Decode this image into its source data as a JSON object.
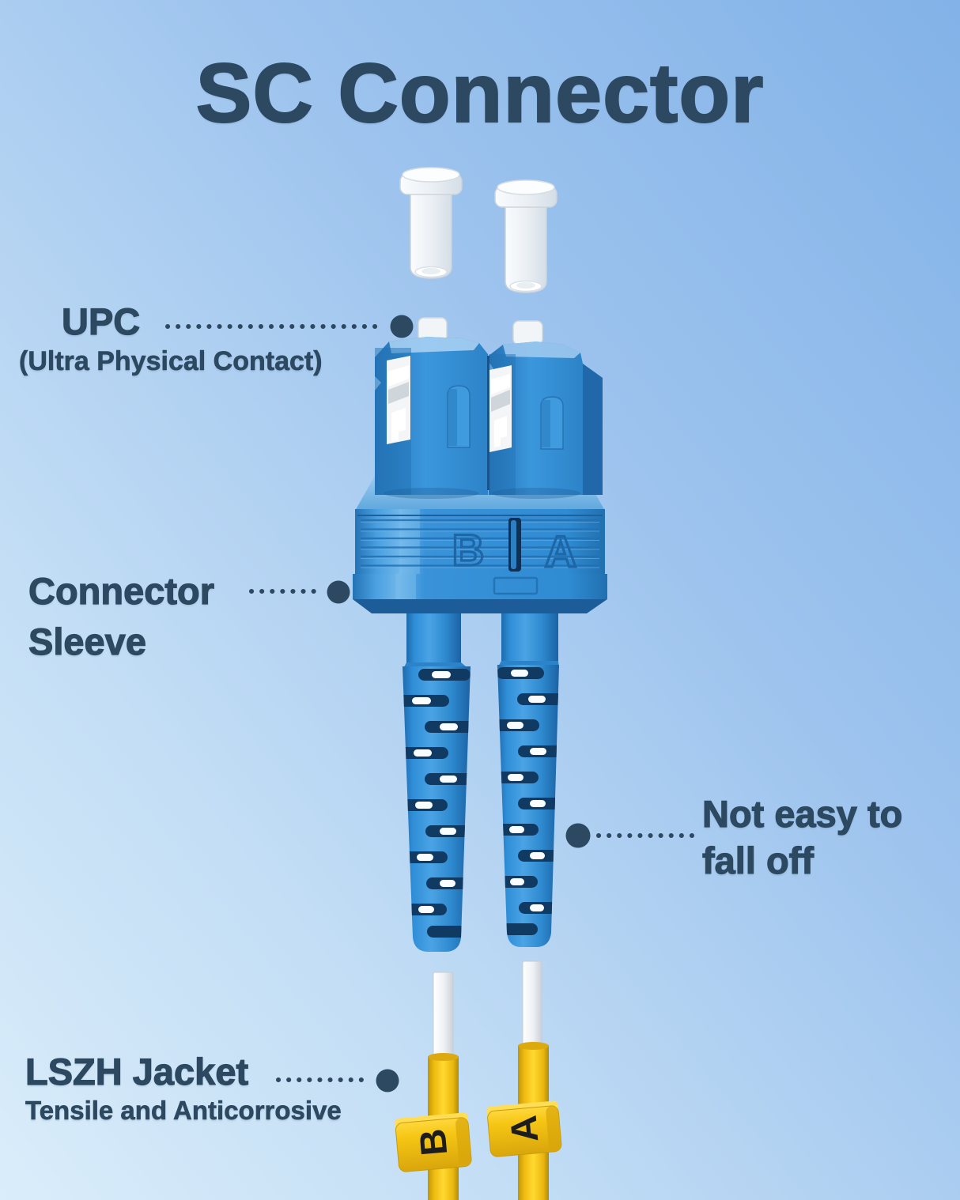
{
  "title": "SC Connector",
  "callouts": {
    "upc": {
      "label": "UPC",
      "sublabel": "(Ultra Physical Contact)"
    },
    "connector_sleeve": {
      "line1": "Connector",
      "line2": "Sleeve"
    },
    "not_easy_to_fall_off": {
      "line1": "Not easy to",
      "line2": "fall off"
    },
    "lszh_jacket": {
      "label": "LSZH Jacket",
      "sublabel": "Tensile and Anticorrosive"
    }
  },
  "connector": {
    "sleeve_letters": {
      "left": "B",
      "right": "A"
    },
    "cable_tag_letters": {
      "left": "B",
      "right": "A"
    }
  },
  "colors": {
    "background_top": "#82b2e8",
    "background_bottom": "#daedfa",
    "text": "#2d4961",
    "connector_blue": "#2f8cd5",
    "connector_blue_dark": "#1d63a5",
    "slot_dark": "#113a63",
    "cable_yellow": "#f7c913",
    "ferrule_white": "#f2f5f7",
    "tag_letter_black": "#1d1d1f"
  }
}
